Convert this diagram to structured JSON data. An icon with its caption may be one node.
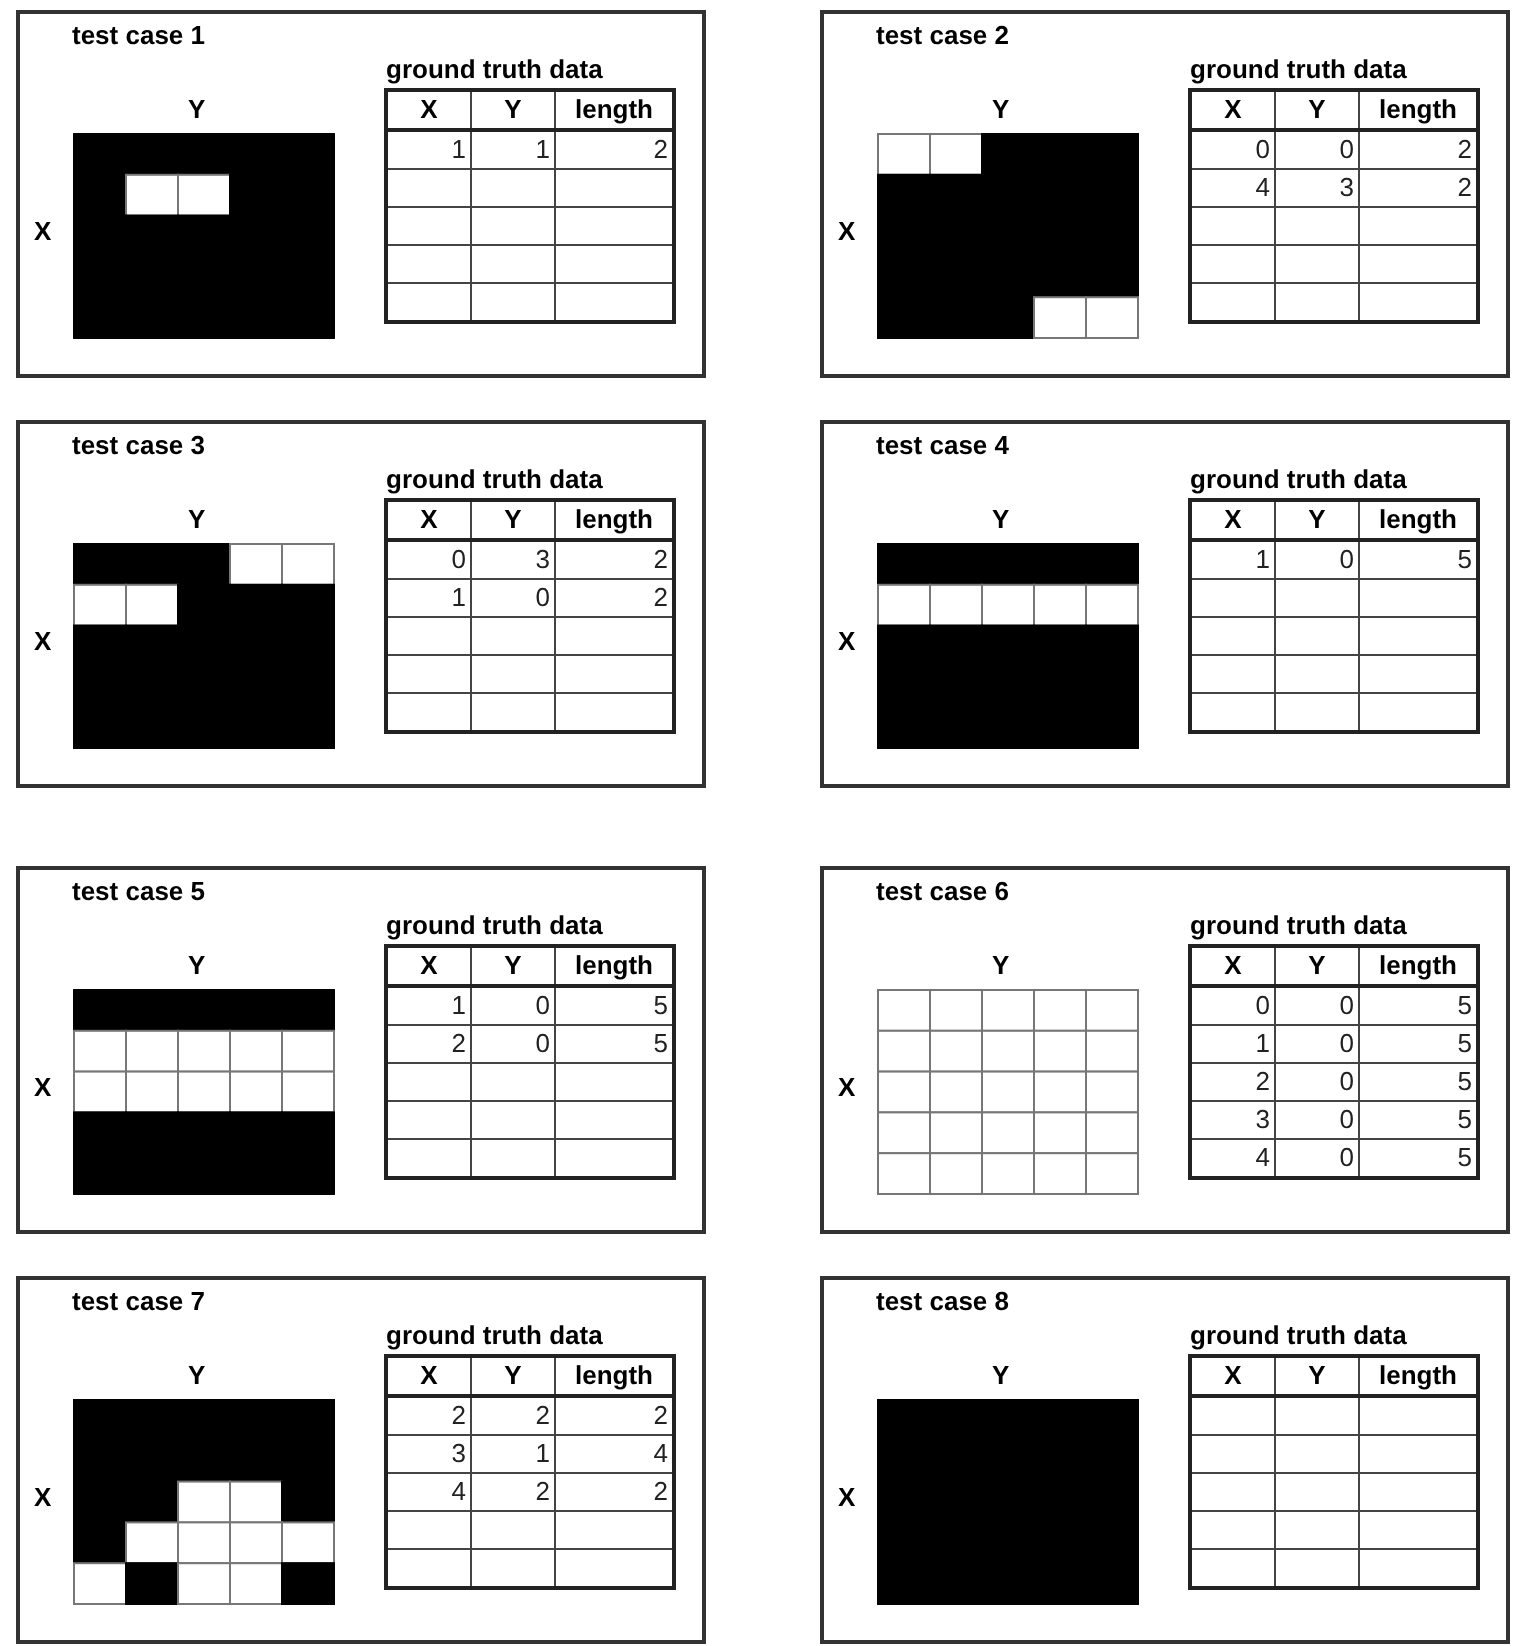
{
  "diagram": {
    "nodes": [
      {
        "text": [
          "test case 1"
        ]
      },
      {
        "text": [
          "Y",
          "X"
        ],
        "in": 0
      },
      {
        "text": [
          "ground truth data",
          "X",
          "Y",
          "length",
          "1",
          "1",
          "2"
        ],
        "in": 0
      },
      {
        "text": [
          "test case 2"
        ]
      },
      {
        "text": [
          "Y",
          "X"
        ],
        "in": 3
      },
      {
        "text": [
          "ground truth data",
          "X",
          "Y",
          "length",
          "0",
          "0",
          "2",
          "4",
          "3",
          "2"
        ],
        "in": 3
      },
      {
        "text": [
          "test case 3"
        ]
      },
      {
        "text": [
          "Y",
          "X"
        ],
        "in": 6
      },
      {
        "text": [
          "ground truth data",
          "X",
          "Y",
          "length",
          "0",
          "3",
          "2",
          "1",
          "0",
          "2"
        ],
        "in": 6
      },
      {
        "text": [
          "test case 4"
        ]
      },
      {
        "text": [
          "Y",
          "X"
        ],
        "in": 9
      },
      {
        "text": [
          "ground truth data",
          "X",
          "Y",
          "length",
          "1",
          "0",
          "5"
        ],
        "in": 9
      },
      {
        "text": [
          "test case 5"
        ]
      },
      {
        "text": [
          "Y",
          "X"
        ],
        "in": 12
      },
      {
        "text": [
          "ground truth data",
          "X",
          "Y",
          "length",
          "1",
          "0",
          "5",
          "2",
          "0",
          "5"
        ],
        "in": 12
      },
      {
        "text": [
          "test case 6"
        ]
      },
      {
        "text": [
          "Y",
          "X"
        ],
        "in": 15
      },
      {
        "text": [
          "ground truth data",
          "X",
          "Y",
          "length",
          "0",
          "0",
          "5",
          "1",
          "0",
          "5",
          "2",
          "0",
          "5",
          "3",
          "0",
          "5",
          "4",
          "0",
          "5"
        ],
        "in": 15
      },
      {
        "text": [
          "test case 7"
        ]
      },
      {
        "text": [
          "Y",
          "X"
        ],
        "in": 18
      },
      {
        "text": [
          "ground truth data",
          "X",
          "Y",
          "length",
          "2",
          "2",
          "2",
          "3",
          "1",
          "4",
          "4",
          "2",
          "2"
        ],
        "in": 18
      },
      {
        "text": [
          "test case 8"
        ]
      },
      {
        "text": [
          "Y",
          "X"
        ],
        "in": 21
      },
      {
        "text": [
          "ground truth data",
          "X",
          "Y",
          "length"
        ],
        "in": 21
      }
    ]
  }
}
